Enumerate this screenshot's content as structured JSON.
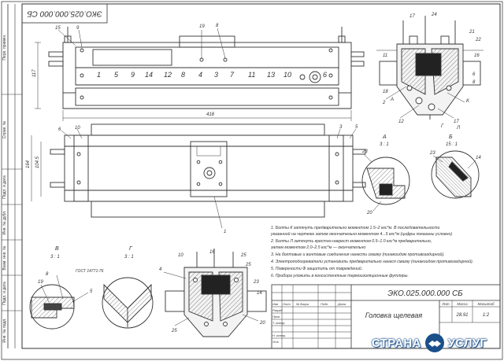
{
  "title_block": {
    "designation": "ЭКО.025.000.000 СБ",
    "designation_rotated": "ЭКО.025.000.000 СБ",
    "name": "Головка щелевая",
    "scale": "1:2",
    "mass": "28.91",
    "lit_header": "Лит",
    "mass_header": "Масса",
    "scale_header": "Масштаб",
    "rows": [
      "Изм",
      "Лист",
      "№ докум.",
      "Подп.",
      "Дата",
      "Разраб.",
      "Пров.",
      "Т. контр.",
      "Н. контр.",
      "Утв."
    ],
    "sheet_label": "Лист",
    "sheets_label": "Листов"
  },
  "side_stamp": [
    "Перв. примен.",
    "Справ. №",
    "Подп. и дата",
    "Инв. № дубл.",
    "Взам. инв. №",
    "Подп. и дата",
    "Инв. № подл."
  ],
  "top_view": {
    "slot_numbers": [
      "1",
      "5",
      "9",
      "14",
      "12",
      "8",
      "4",
      "3",
      "7",
      "11",
      "13",
      "10",
      "6"
    ],
    "dim_width": "418",
    "callouts": [
      "15",
      "9",
      "19",
      "8"
    ],
    "dim_height": "117"
  },
  "plan_view": {
    "callouts": [
      "6",
      "10",
      "3",
      "5",
      "1"
    ],
    "dims": [
      "164",
      "104.5"
    ]
  },
  "section_view": {
    "callouts": [
      "17",
      "24",
      "11",
      "21",
      "22",
      "16",
      "6",
      "8",
      "18",
      "12",
      "2",
      "17",
      "K",
      "Г",
      "Л",
      "А"
    ]
  },
  "detail_a": {
    "label": "А",
    "scale": "3 : 1",
    "callouts": [
      "23",
      "20"
    ]
  },
  "detail_b": {
    "label": "Б",
    "scale": "15 : 1",
    "callouts": [
      "23",
      "14"
    ]
  },
  "detail_v": {
    "label": "В",
    "scale": "3 : 1",
    "callouts": [
      "19",
      "8",
      "5"
    ],
    "note": "ГОСТ 14771-76"
  },
  "detail_g": {
    "label": "Г",
    "scale": "3 : 1"
  },
  "view_d": {
    "callouts": [
      "4",
      "10",
      "16",
      "25",
      "25",
      "23",
      "14",
      "25",
      "20"
    ]
  },
  "notes": [
    "1.  Болты К затянуть предварительно моментом 1.5–2 кгс*м. В последовательности",
    "     указанной на чертеже затем окончательно моментом 4...5 кгс*м (цифры показаны условно)",
    "2.  Болты Л затянуть крестно-накрест моментом 0.5–1.0 кгс*м предварительно,",
    "     затем моментом 2.0–2.5 кгс*м — окончательно",
    "3.  На болтовые и винтовые соединения нанести смазку (пинакоидом противозадирной).",
    "4.  Электроподогреватели установить предварительно нанеся смазку (пинакоидом противозадирной).",
    "5.  Поверхности Ф защитить от повреждений.",
    "6.  Прибора уложить в консистентные термоизоляционные футляры."
  ],
  "watermark": {
    "text_left": "СТРАНА",
    "text_right": "УСЛУГ"
  },
  "colors": {
    "line": "#333333",
    "hatch": "#555555",
    "watermark": "#1a4f8a"
  }
}
